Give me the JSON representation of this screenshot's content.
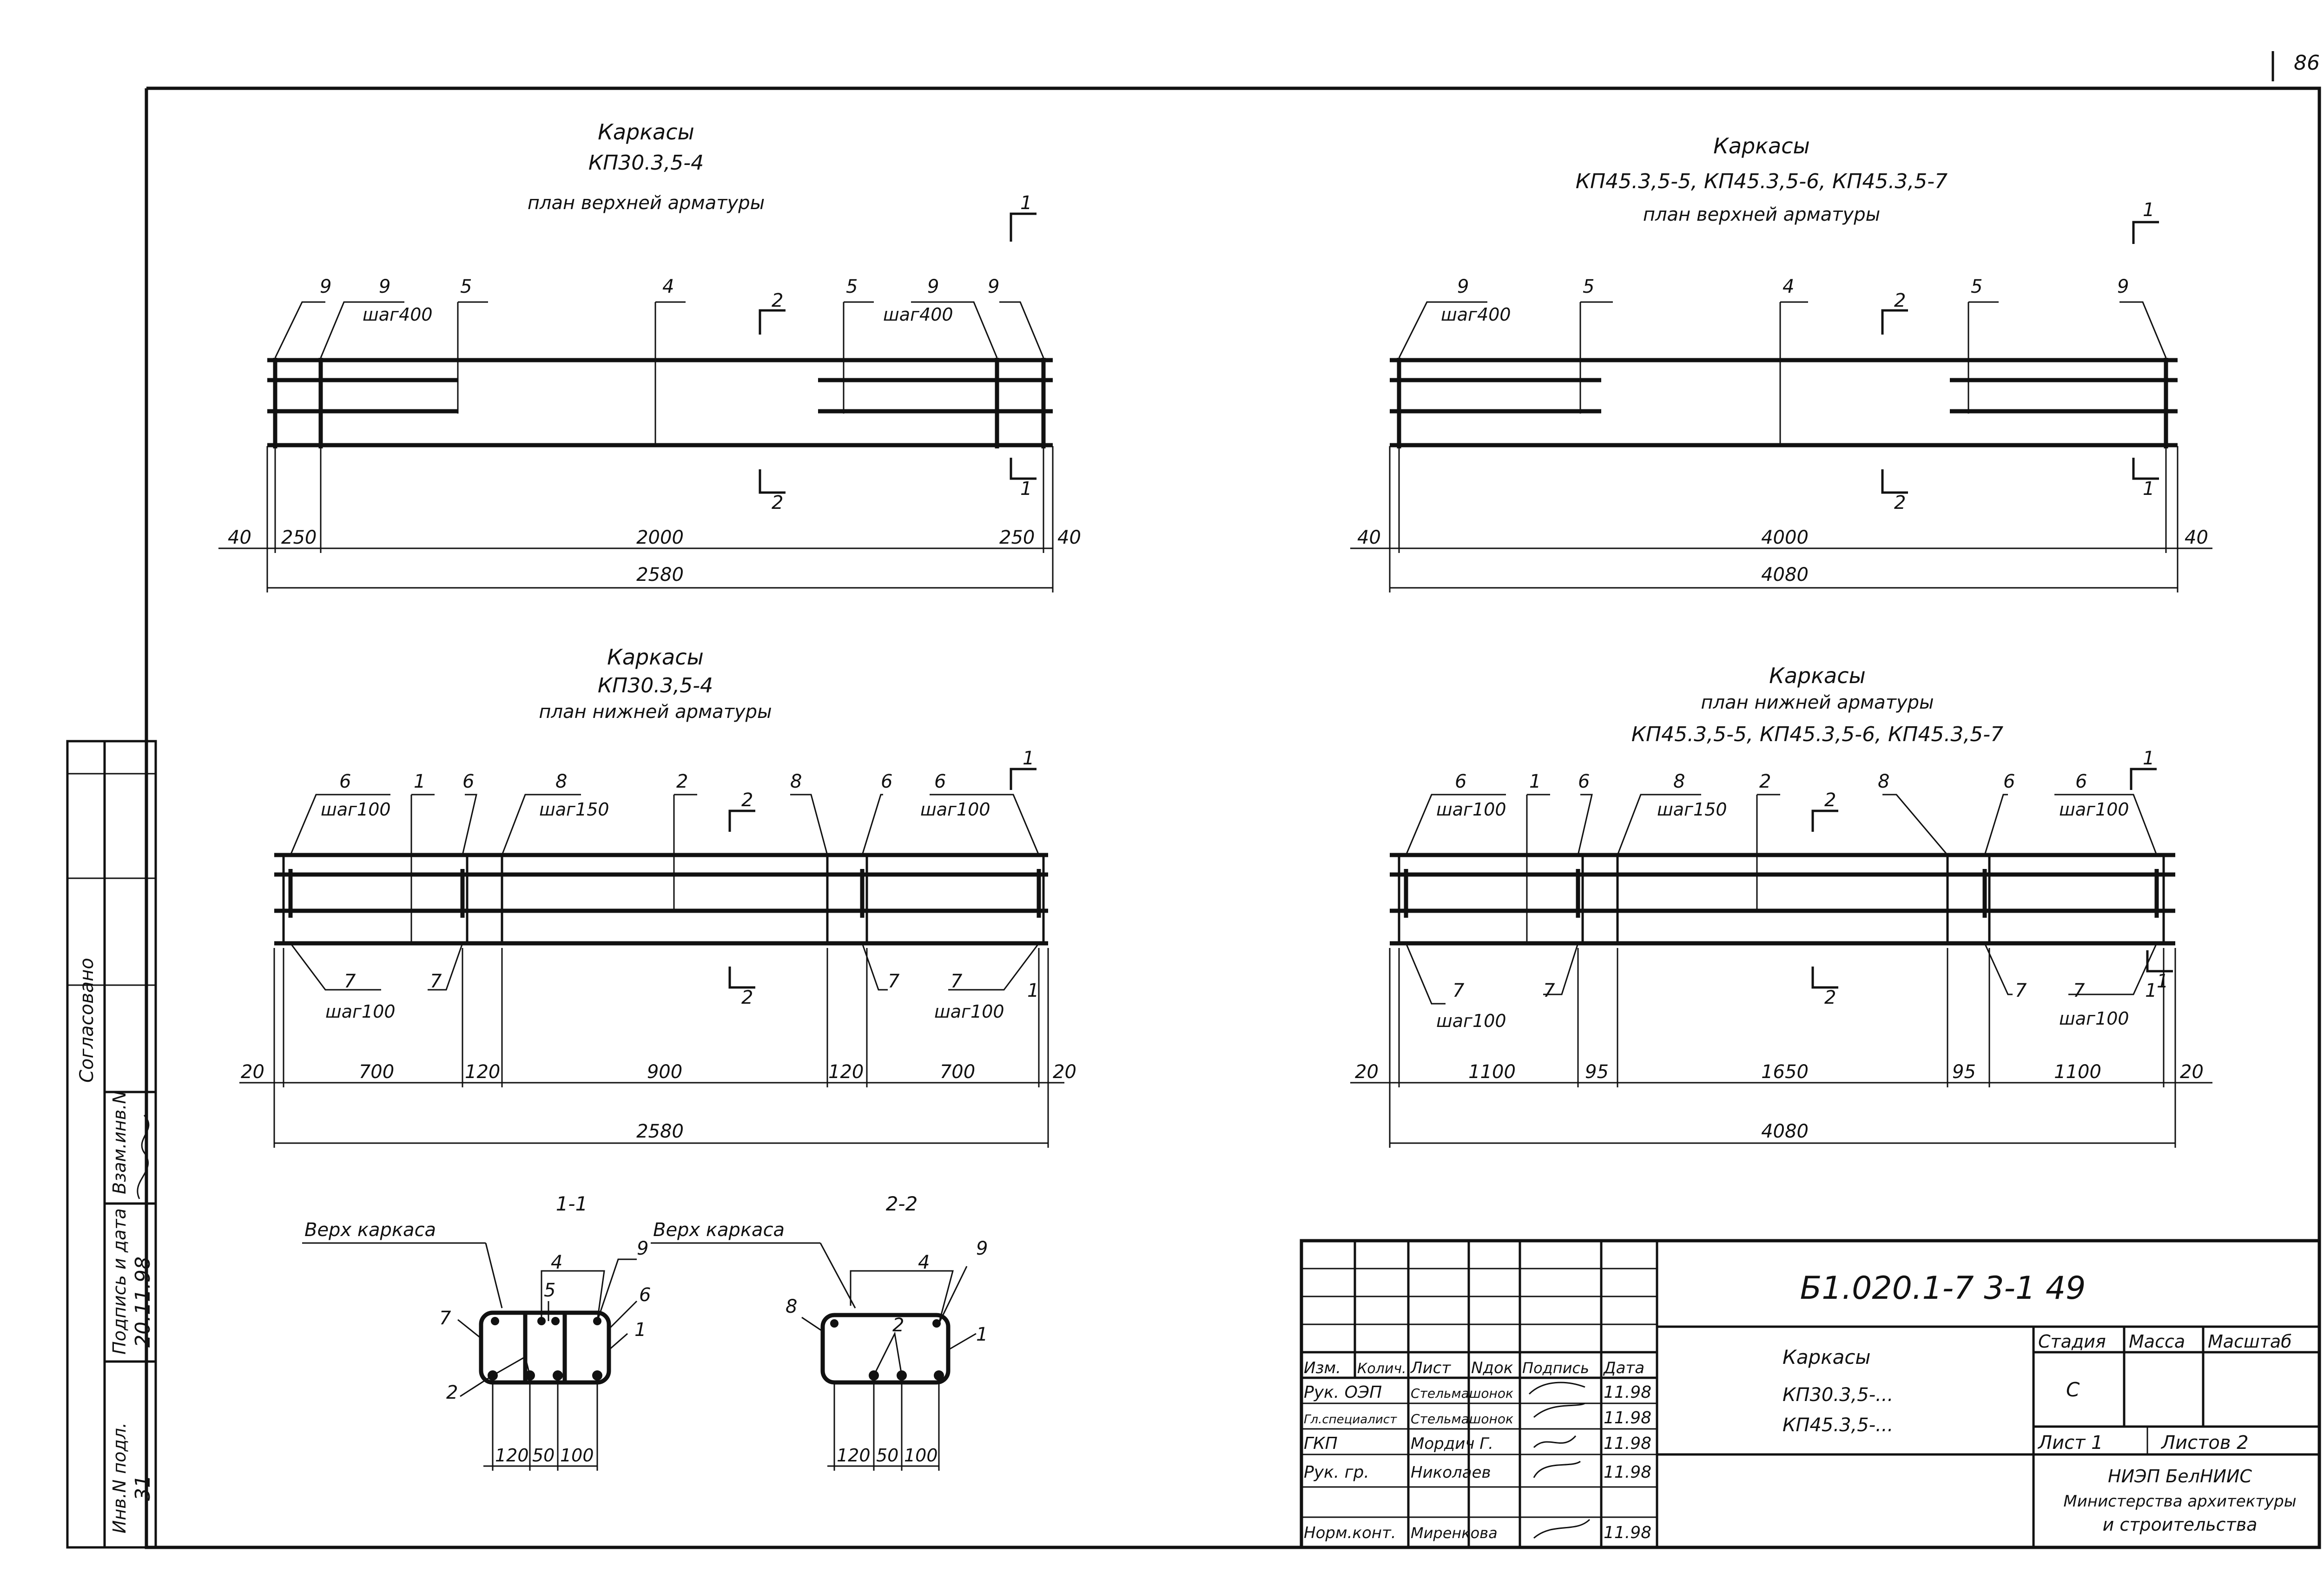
{
  "page_number": "86",
  "top_left": {
    "title1": "Каркасы",
    "title2": "КП30.3,5-4",
    "subtitle": "план верхней арматуры",
    "callouts": [
      "9",
      "9",
      "шаг400",
      "5",
      "4",
      "5",
      "9",
      "шаг400",
      "9"
    ],
    "sections": [
      "1",
      "2",
      "2",
      "1"
    ],
    "dims": [
      "40",
      "250",
      "2000",
      "250",
      "40"
    ],
    "total": "2580"
  },
  "top_right": {
    "title1": "Каркасы",
    "title2": "КП45.3,5-5, КП45.3,5-6, КП45.3,5-7",
    "subtitle": "план верхней арматуры",
    "callouts": [
      "9",
      "шаг400",
      "5",
      "4",
      "5",
      "9"
    ],
    "sections": [
      "1",
      "2",
      "2",
      "1"
    ],
    "dims": [
      "40",
      "4000",
      "40"
    ],
    "total": "4080"
  },
  "bottom_left": {
    "title1": "Каркасы",
    "title2": "КП30.3,5-4",
    "subtitle": "план нижней арматуры",
    "callouts_top": [
      "6",
      "шаг100",
      "1",
      "6",
      "8",
      "шаг150",
      "2",
      "8",
      "6",
      "6",
      "шаг100"
    ],
    "callouts_bottom": [
      "7",
      "шаг100",
      "7",
      "7",
      "7",
      "шаг100",
      "1"
    ],
    "sections": [
      "1",
      "2",
      "2"
    ],
    "dims": [
      "20",
      "700",
      "120",
      "900",
      "120",
      "700",
      "20"
    ],
    "total": "2580"
  },
  "bottom_right": {
    "title1": "Каркасы",
    "subtitle": "план нижней арматуры",
    "title2": "КП45.3,5-5, КП45.3,5-6, КП45.3,5-7",
    "callouts_top": [
      "6",
      "шаг100",
      "1",
      "6",
      "8",
      "шаг150",
      "2",
      "8",
      "6",
      "6",
      "шаг100"
    ],
    "callouts_bottom": [
      "7",
      "шаг100",
      "7",
      "7",
      "7",
      "шаг100",
      "1"
    ],
    "sections": [
      "1",
      "2",
      "2",
      "1"
    ],
    "dims": [
      "20",
      "1100",
      "95",
      "1650",
      "95",
      "1100",
      "20"
    ],
    "total": "4080"
  },
  "section_1_1": {
    "title": "1-1",
    "top_label": "Верх каркаса",
    "marks": [
      "4",
      "5",
      "9",
      "6",
      "7",
      "1",
      "2"
    ],
    "dims": [
      "120",
      "50",
      "100"
    ]
  },
  "section_2_2": {
    "title": "2-2",
    "top_label": "Верх каркаса",
    "marks": [
      "4",
      "9",
      "8",
      "2",
      "1"
    ],
    "dims": [
      "120",
      "50",
      "100"
    ]
  },
  "left_strip": {
    "labels": [
      "Согласовано",
      "Взам.инв.N",
      "Подпись и дата",
      "Инв.N подл."
    ],
    "values": [
      "20.11.98",
      "31"
    ]
  },
  "title_block": {
    "code": "Б1.020.1-7 3-1 49",
    "name_line1": "Каркасы",
    "name_line2": "КП30.3,5-...",
    "name_line3": "КП45.3,5-...",
    "headers": [
      "Изм.",
      "Колич.",
      "Лист",
      "Nдок",
      "Подпись",
      "Дата"
    ],
    "rows": [
      {
        "role": "Рук. ОЭП",
        "name": "Стельмашонок",
        "date": "11.98"
      },
      {
        "role": "Гл.специалист",
        "name": "Стельмашонок",
        "date": "11.98"
      },
      {
        "role": "ГКП",
        "name": "Мордич Г.",
        "date": "11.98"
      },
      {
        "role": "Рук. гр.",
        "name": "Николаев",
        "date": "11.98"
      },
      {
        "role": "",
        "name": "",
        "date": ""
      },
      {
        "role": "Норм.конт.",
        "name": "Миренкова",
        "date": "11.98"
      }
    ],
    "stage_header": "Стадия",
    "mass_header": "Масса",
    "scale_header": "Масштаб",
    "stage": "С",
    "sheet": "Лист 1",
    "sheets": "Листов 2",
    "org1": "НИЭП БелНИИС",
    "org2": "Министерства архитектуры",
    "org3": "и строительства"
  }
}
